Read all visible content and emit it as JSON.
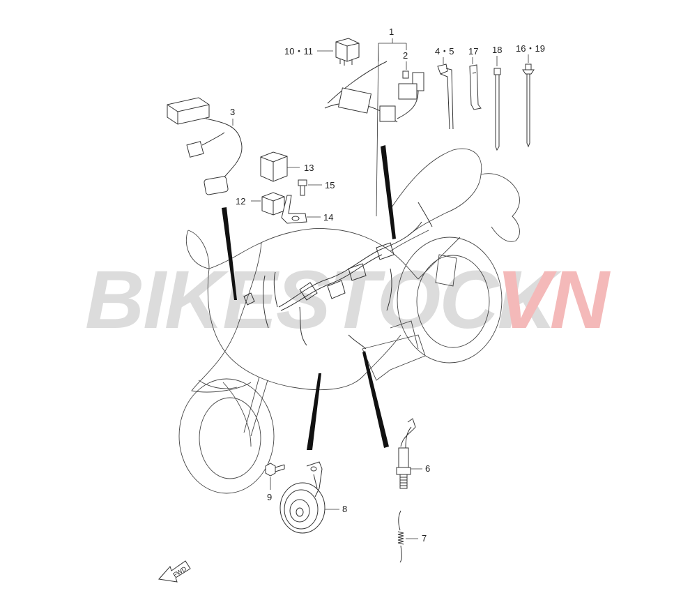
{
  "watermark": {
    "part1": "BIKESTOCK",
    "part2": "VN",
    "color1": "#d9d9d9",
    "color2": "#f3b6b6"
  },
  "fwd_label": "FWD",
  "callouts": {
    "c1": "1",
    "c2": "2",
    "c3": "3",
    "c4_5": "4・5",
    "c6": "6",
    "c7": "7",
    "c8": "8",
    "c9": "9",
    "c10_11": "10・11",
    "c12": "12",
    "c13": "13",
    "c14": "14",
    "c15": "15",
    "c16_19": "16・19",
    "c17": "17",
    "c18": "18"
  }
}
